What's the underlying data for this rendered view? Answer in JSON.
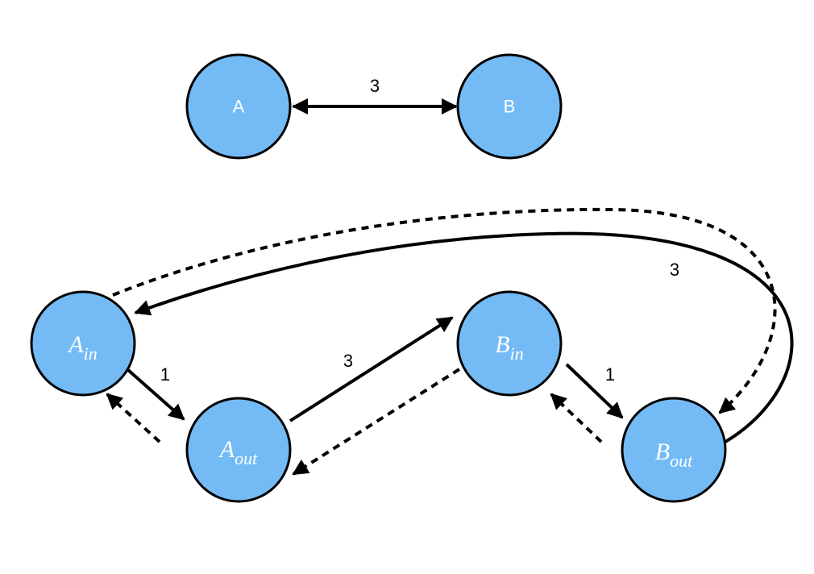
{
  "colors": {
    "node_fill": "#74bbf6",
    "stroke": "#000000",
    "label_text": "#ffffff"
  },
  "nodes": {
    "a": {
      "label": "A"
    },
    "b": {
      "label": "B"
    },
    "a_in": {
      "main": "A",
      "sub": "in"
    },
    "a_out": {
      "main": "A",
      "sub": "out"
    },
    "b_in": {
      "main": "B",
      "sub": "in"
    },
    "b_out": {
      "main": "B",
      "sub": "out"
    }
  },
  "edges": {
    "a_b": {
      "label": "3",
      "style": "solid",
      "direction": "bidirectional"
    },
    "a_in_to_a_out": {
      "label": "1",
      "style": "solid"
    },
    "a_out_to_b_in": {
      "label": "3",
      "style": "solid"
    },
    "b_in_to_b_out": {
      "label": "1",
      "style": "solid"
    },
    "b_out_to_a_in": {
      "label": "3",
      "style": "solid"
    },
    "a_out_to_a_in_residual": {
      "style": "dashed"
    },
    "b_in_to_a_out_residual": {
      "style": "dashed"
    },
    "b_out_to_b_in_residual": {
      "style": "dashed"
    },
    "a_in_to_b_out_residual": {
      "style": "dashed"
    }
  }
}
